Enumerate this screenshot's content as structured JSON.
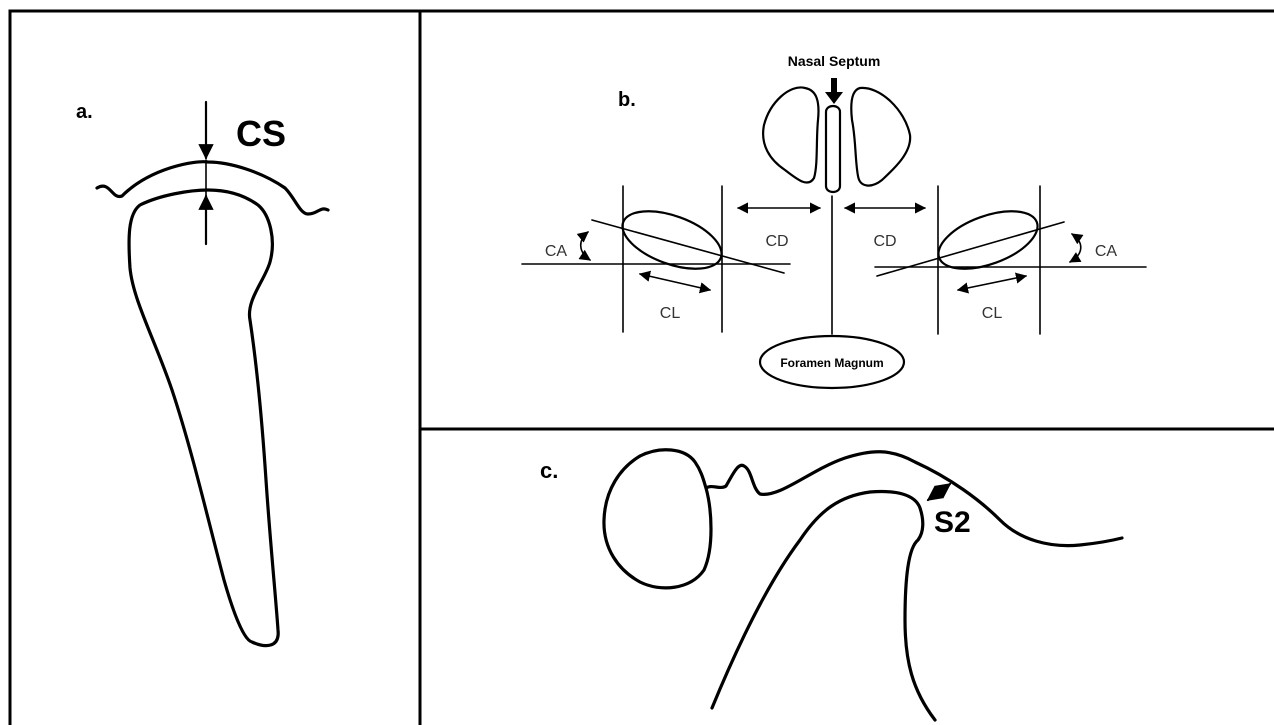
{
  "panels": {
    "a": {
      "panel_label": "a.",
      "measure_label": "CS"
    },
    "b": {
      "panel_label": "b.",
      "nasal_septum_label": "Nasal Septum",
      "foramen_magnum_label": "Foramen Magnum",
      "left_cd": "CD",
      "right_cd": "CD",
      "left_ca": "CA",
      "right_ca": "CA",
      "left_cl": "CL",
      "right_cl": "CL"
    },
    "c": {
      "panel_label": "c.",
      "measure_label": "S2"
    }
  }
}
